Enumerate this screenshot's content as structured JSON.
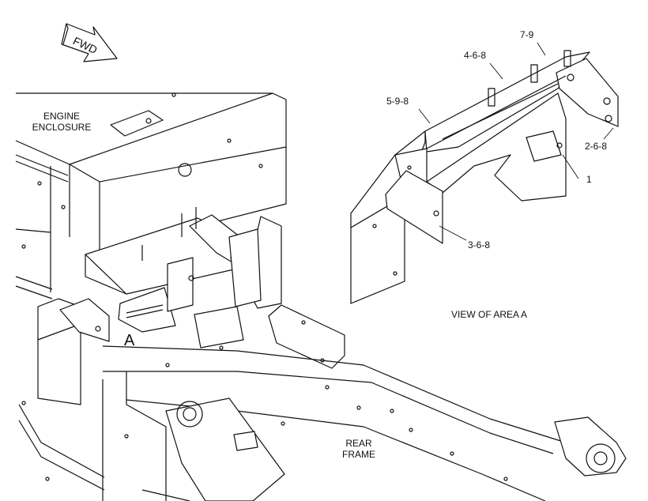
{
  "diagram": {
    "direction_arrow": "FWD",
    "area_marker": "A",
    "view_title": "VIEW OF AREA A",
    "engine_enclosure": [
      "ENGINE",
      "ENCLOSURE"
    ],
    "rear_frame": [
      "REAR",
      "FRAME"
    ],
    "callouts": {
      "c1": "7-9",
      "c2": "4-6-8",
      "c3": "5-9-8",
      "c4": "2-6-8",
      "c5": "1",
      "c6": "3-6-8"
    }
  },
  "colors": {
    "line": "#111111",
    "background": "#ffffff"
  }
}
